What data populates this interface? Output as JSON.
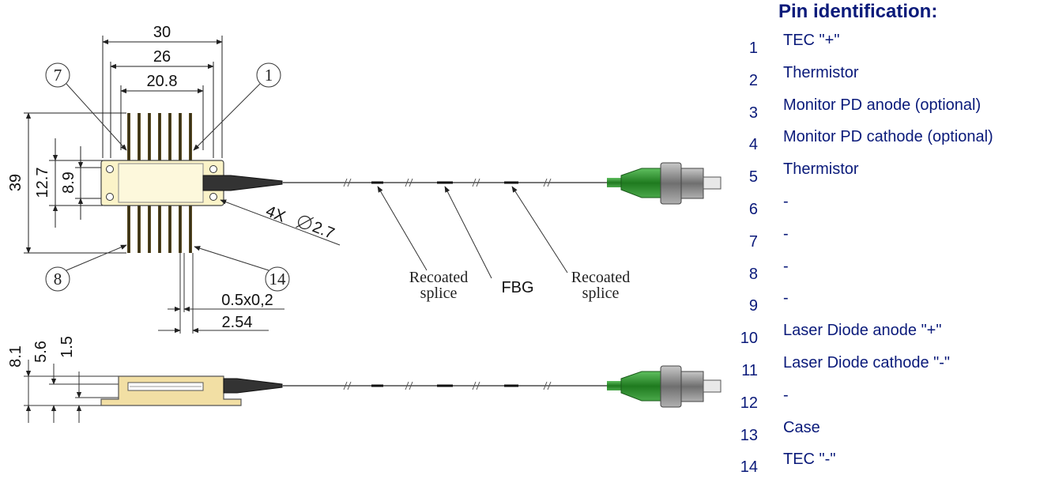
{
  "pin_table": {
    "title": "Pin identification:",
    "pins": [
      {
        "number": "1",
        "description": "TEC \"+\""
      },
      {
        "number": "2",
        "description": "Thermistor"
      },
      {
        "number": "3",
        "description": "Monitor PD anode (optional)"
      },
      {
        "number": "4",
        "description": "Monitor PD cathode (optional)"
      },
      {
        "number": "5",
        "description": "Thermistor"
      },
      {
        "number": "6",
        "description": "-"
      },
      {
        "number": "7",
        "description": "-"
      },
      {
        "number": "8",
        "description": "-"
      },
      {
        "number": "9",
        "description": "-"
      },
      {
        "number": "10",
        "description": "Laser Diode anode \"+\""
      },
      {
        "number": "11",
        "description": "Laser Diode cathode \"-\""
      },
      {
        "number": "12",
        "description": "-"
      },
      {
        "number": "13",
        "description": "Case"
      },
      {
        "number": "14",
        "description": "TEC \"-\""
      }
    ]
  },
  "drawing": {
    "dimensions": {
      "width_outer": "30",
      "width_mid": "26",
      "width_inner": "20.8",
      "height_total": "39",
      "height_body": "12.7",
      "height_inner": "8.9",
      "holes": "4X",
      "hole_diameter": "2.7",
      "pin_size": "0.5x0,2",
      "pin_pitch": "2.54",
      "side_height_total": "8.1",
      "side_height_mid": "5.6",
      "side_height_base": "1.5"
    },
    "pin_callouts": {
      "top_left": "7",
      "top_right": "1",
      "bottom_left": "8",
      "bottom_right": "14"
    },
    "fiber_labels": {
      "splice_left_line1": "Recoated",
      "splice_left_line2": "splice",
      "fbg": "FBG",
      "splice_right_line1": "Recoated",
      "splice_right_line2": "splice"
    },
    "colors": {
      "package_body": "#fbf3c8",
      "package_base": "#f2dfa4",
      "connector_boot": "#2e8b2e",
      "connector_body": "#8a8a8a",
      "text_blue": "#0a1a7a"
    }
  }
}
